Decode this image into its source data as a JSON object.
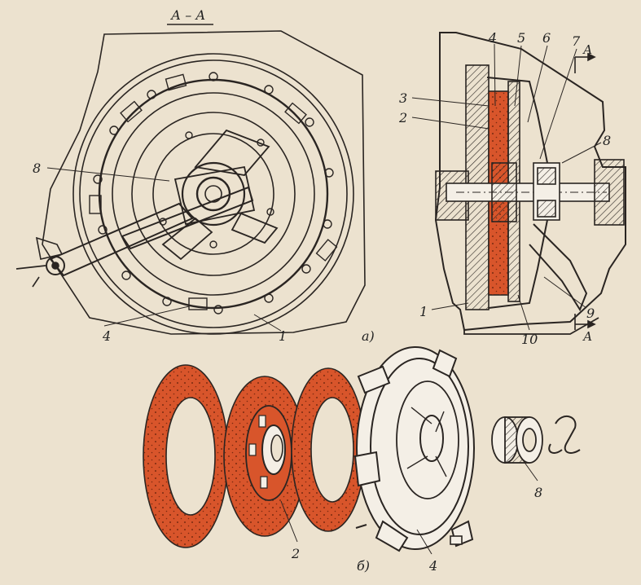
{
  "colors": {
    "paper": "#ece2cf",
    "ink": "#2a2522",
    "friction": "#d8552b",
    "metal": "#f4efe6"
  },
  "labels": {
    "section_title": "А – А",
    "view_a": "а)",
    "view_b": "б)",
    "section_mark_top": "А",
    "section_mark_bottom": "А"
  },
  "callouts": {
    "front": {
      "c8": "8",
      "c4": "4",
      "c1": "1"
    },
    "side": {
      "c4": "4",
      "c5": "5",
      "c6": "6",
      "c7": "7",
      "c3": "3",
      "c2": "2",
      "c8": "8",
      "c1": "1",
      "c10": "10",
      "c9": "9"
    },
    "exploded": {
      "c2": "2",
      "c4": "4",
      "c8": "8"
    }
  }
}
